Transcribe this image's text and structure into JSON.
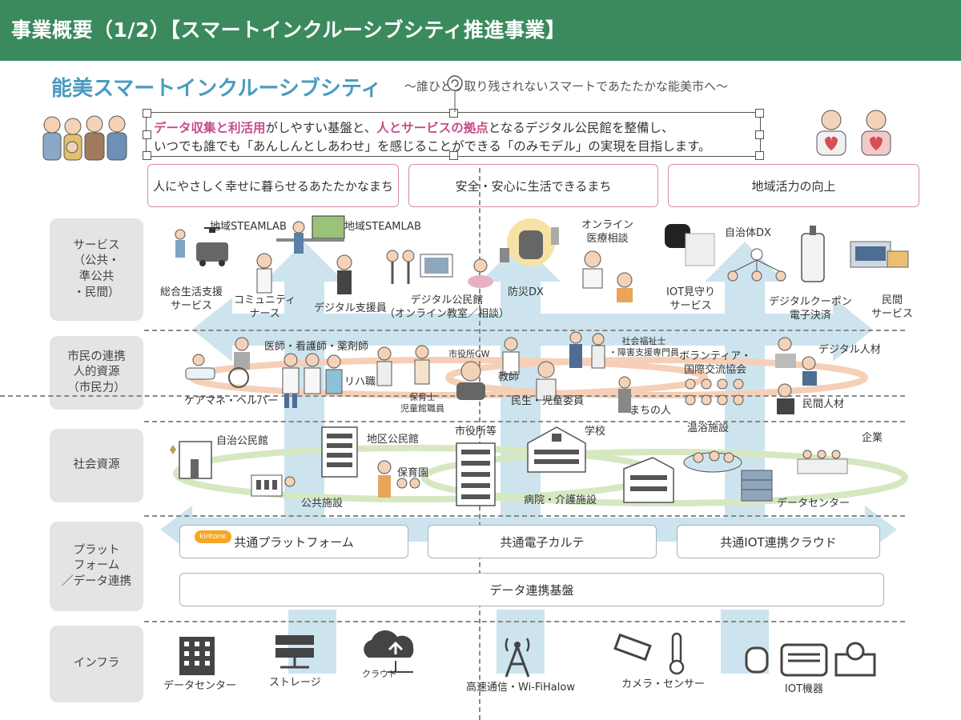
{
  "header": {
    "title": "事業概要（1/2）【スマートインクルーシブシティ推進事業】"
  },
  "brand": {
    "title": "能美スマートインクルーシブシティ",
    "tagline": "～誰ひとり取り残されないスマートであたたかな能美市へ～"
  },
  "intro": {
    "line1": {
      "hl1": "データ収集と利活用",
      "t1": "がしやすい基盤と、",
      "hl2": "人とサービスの拠点",
      "t2": "となるデジタル公民館を整備し、"
    },
    "line2": "いつでも誰でも「あんしんとしあわせ」を感じることができる「のみモデル」の実現を目指します。"
  },
  "goals": [
    "人にやさしく幸せに暮らせるあたたかなまち",
    "安全・安心に生活できるまち",
    "地域活力の向上"
  ],
  "sidebar": [
    "サービス\n（公共・\n準公共\n・民間）",
    "市民の連携\n人的資源\n（市民力）",
    "社会資源",
    "プラット\nフォーム\n／データ連携",
    "インフラ"
  ],
  "services": {
    "steamlab": "地域STEAMLAB",
    "online_medical": "オンライン\n医療相談",
    "municipal_dx": "自治体DX",
    "daily_support": "総合生活支援\nサービス",
    "community_nurse": "コミュニティ\nナース",
    "digital_supporter": "デジタル支援員",
    "digital_hall": "デジタル公民館\n（オンライン教室／相談）",
    "disaster_dx": "防災DX",
    "iot_watch": "IOT見守り\nサービス",
    "digital_coupon": "デジタルクーポン\n電子決済",
    "private_service": "民間\nサービス"
  },
  "people": {
    "medical": "医師・看護師・薬剤師",
    "city_cw": "市役所CW",
    "social_worker": "社会福祉士\n・障害支援専門員",
    "digital_talent": "デジタル人材",
    "volunteer": "ボランティア・\n国際交流協会",
    "rehab": "リハ職",
    "teacher": "教師",
    "care_manager": "ケアマネ・ヘルパー",
    "nursery_staff": "保育士\n児童館職員",
    "welfare_commissioner": "民生・児童委員",
    "town_people": "まちの人",
    "private_talent": "民間人材"
  },
  "resources": {
    "community_hall": "自治公民館",
    "district_hall": "地区公民館",
    "city_hall": "市役所等",
    "school": "学校",
    "hot_spring": "温浴施設",
    "company": "企業",
    "nursery": "保育園",
    "public_facility": "公共施設",
    "hospital": "病院・介護施設",
    "data_center": "データセンター"
  },
  "platform": {
    "kintone_logo": "kintone",
    "common_platform": "共通プラットフォーム",
    "ehr": "共通電子カルテ",
    "iot_cloud": "共通IOT連携クラウド",
    "data_base": "データ連携基盤"
  },
  "infra": [
    "データセンター",
    "ストレージ",
    "クラウド",
    "高速通信・Wi-FiHalow",
    "カメラ・センサー",
    "IOT機器"
  ],
  "colors": {
    "header": "#3b8a5e",
    "brand": "#4a9bbf",
    "highlight": "#c84b8a",
    "arrow": "#cde4ef",
    "sidebar": "#e4e4e4"
  }
}
